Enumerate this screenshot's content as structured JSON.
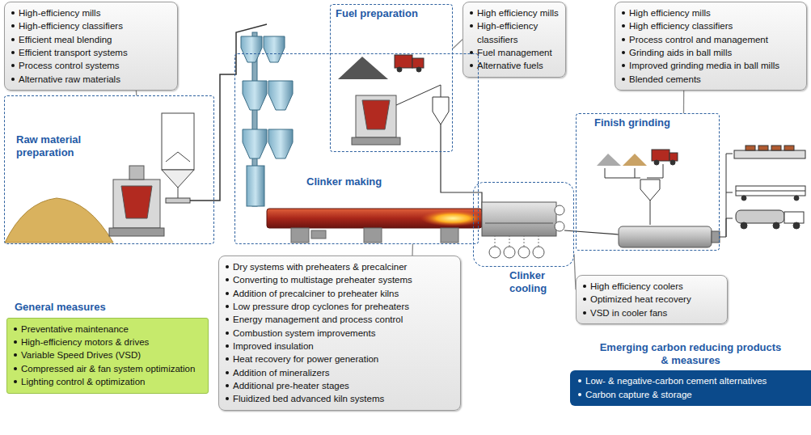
{
  "diagram": {
    "nodes": [
      {
        "text": [
          "High-efficiency mills",
          "High-efficiency classifiers",
          "Efficient meal blending",
          "Efficient transport systems",
          "Process control systems",
          "Alternative raw materials"
        ]
      },
      {
        "text": [
          "Raw material preparation"
        ]
      },
      {
        "text": [
          "Fuel preparation"
        ]
      },
      {
        "text": [
          "High efficiency mills",
          "High-efficiency classifiers",
          "Fuel management",
          "Alternative fuels"
        ]
      },
      {
        "text": [
          "High efficiency mills",
          "High efficiency classifiers",
          "Process control and management",
          "Grinding aids in ball mills",
          "Improved grinding media in ball mills",
          "Blended cements"
        ]
      },
      {
        "text": [
          "Finish grinding"
        ]
      },
      {
        "text": [
          "Clinker making"
        ]
      },
      {
        "text": [
          "Dry systems with preheaters & precalciner",
          "Converting to multistage preheater systems",
          "Addition of precalciner to preheater kilns",
          "Low pressure drop cyclones for preheaters",
          "Energy management and process control",
          "Combustion system improvements",
          "Improved insulation",
          "Heat recovery for power generation",
          "Addition of mineralizers",
          "Additional pre-heater stages",
          "Fluidized bed advanced kiln systems"
        ]
      },
      {
        "text": [
          "Clinker cooling"
        ]
      },
      {
        "text": [
          "High efficiency coolers",
          "Optimized heat recovery",
          "VSD in cooler fans"
        ]
      },
      {
        "text": [
          "General measures",
          "Preventative maintenance",
          "High-efficiency motors & drives",
          "Variable Speed Drives (VSD)",
          "Compressed air & fan system optimization",
          "Lighting control & optimization"
        ]
      },
      {
        "text": [
          "Emerging carbon reducing products & measures",
          "Low- & negative-carbon cement alternatives",
          "Carbon capture & storage"
        ]
      }
    ],
    "edges": [
      {
        "from": 0,
        "to": 1,
        "arrow": "none"
      },
      {
        "from": 3,
        "to": 2,
        "arrow": "none"
      },
      {
        "from": 4,
        "to": 5,
        "arrow": "none"
      },
      {
        "from": 7,
        "to": 6,
        "arrow": "none"
      },
      {
        "from": 9,
        "to": 8,
        "arrow": "none"
      }
    ]
  }
}
